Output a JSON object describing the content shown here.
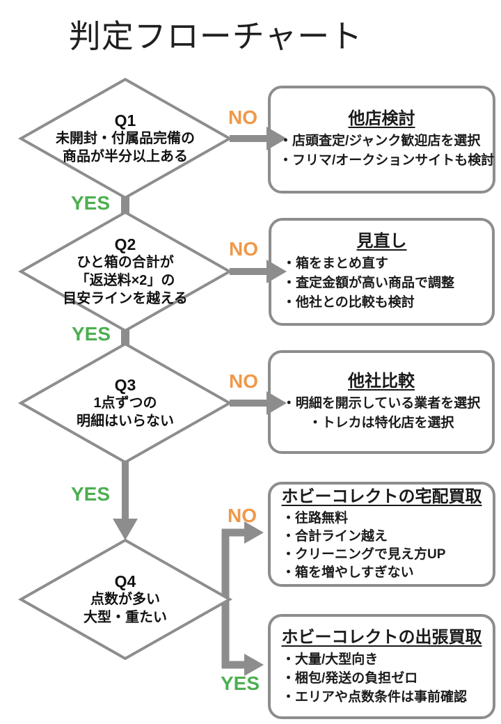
{
  "title": "判定フローチャート",
  "branch_labels": {
    "yes": "YES",
    "no": "NO"
  },
  "colors": {
    "line_gray": "#8d8d8d",
    "yes_green": "#4caf50",
    "no_orange": "#ef9849",
    "text_black": "#1a1a1a",
    "background": "#ffffff"
  },
  "diamonds": [
    {
      "label": "Q1",
      "lines": [
        "未開封・付属品完備の",
        "商品が半分以上ある"
      ]
    },
    {
      "label": "Q2",
      "lines": [
        "ひと箱の合計が",
        "「返送料×2」の",
        "目安ラインを越える"
      ]
    },
    {
      "label": "Q3",
      "lines": [
        "1点ずつの",
        "明細はいらない"
      ]
    },
    {
      "label": "Q4",
      "lines": [
        "点数が多い",
        "大型・重たい"
      ]
    }
  ],
  "boxes": [
    {
      "title": "他店検討",
      "bullets": [
        "・店頭査定/ジャンク歓迎店を選択",
        "・フリマ/オークションサイトも検討"
      ]
    },
    {
      "title": "見直し",
      "bullets": [
        "・箱をまとめ直す",
        "・査定金額が高い商品で調整",
        "・他社との比較も検討"
      ]
    },
    {
      "title": "他社比較",
      "bullets": [
        "・明細を開示している業者を選択",
        "・トレカは特化店を選択"
      ]
    },
    {
      "title": "ホビーコレクトの宅配買取",
      "bullets": [
        "・往路無料",
        "・合計ライン越え",
        "・クリーニングで見え方UP",
        "・箱を増やしすぎない"
      ]
    },
    {
      "title": "ホビーコレクトの出張買取",
      "bullets": [
        "・大量/大型向き",
        "・梱包/発送の負担ゼロ",
        "・エリアや点数条件は事前確認"
      ]
    }
  ]
}
